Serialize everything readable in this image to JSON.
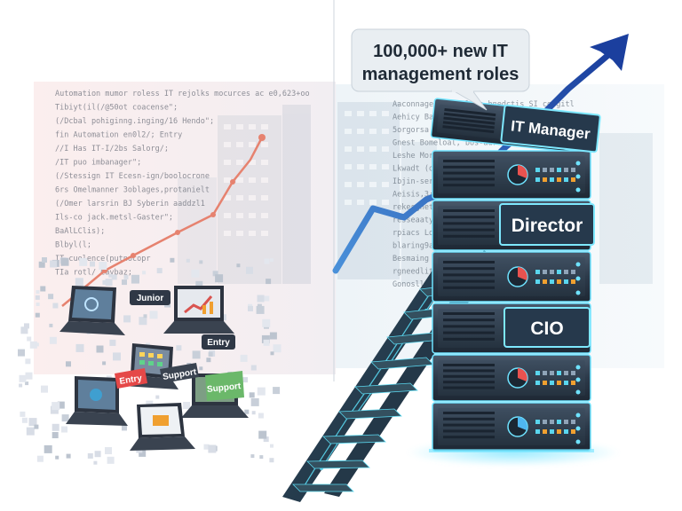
{
  "callout": {
    "text_line1": "100,000+ new IT",
    "text_line2": "management roles"
  },
  "tower": {
    "labels": {
      "it_manager": "IT Manager",
      "director": "Director",
      "cio": "CIO"
    }
  },
  "laptop_tags": {
    "junior": "Junior",
    "entry_1": "Entry",
    "entry_2": "Entry",
    "support_1": "Support",
    "support_2": "Support"
  },
  "code_left": [
    "Automation mumor roless IT rejolks mocurces ac e0,623+oo",
    "Tibiyt(il(/@50ot coacense\";",
    "(/Dcbal pohiginng.inging/16 Hendo\";",
    "fin Automation en0l2/; Entry",
    "//I Has IT-I/2bs Salorg/;",
    "/IT puo imbanager\";",
    "(/Stessign IT Ecesn-ign/boolocrone",
    "6rs Omelmanner 3oblages,protanielt",
    "(/Omer larsrin BJ Syberin aaddzl1",
    "Ils-co jack.metsl-Gaster\";",
    "BaAlLClis);",
    "Blbyl(l;",
    "IT cuolence(putnocopr",
    "TIa rotl/ Cavbaz;"
  ],
  "code_right": [
    "Aaconnage  1ToT-Ilvas bnedctis SI corgitl",
    "Aehicy Ba ba Asolvrna nal,  3978 IT ser",
    "5orgorsa Basyntis fe Baaers Paore 1095",
    "Gnest Bomeloal, bos-aurentagelacone()",
    "Leshe Morp Bahlor",
    "Lkwadt (orcoagent ruilactia in3sactinn\";",
    "Ibjin-sersing@mutorsdocopet.ennlig;",
    "Aeisis,3:",
    "rekesgnetrsinenigc, l-, rzsaasiga-sicaainge",
    "resseaaty-coacagmouplenca lo: 80830; 0c",
    "rpiacs Lorrb=00001; lorg mngs9 1lig(0),",
    "blaring9ans.sa/ pusrinmoas; rsl.48804-1B9);",
    "Besmaing fil 1cost/p sisaralistagen00;",
    "rgneedlitivac/p ansm;",
    "Gonosllonmartclot;"
  ]
}
